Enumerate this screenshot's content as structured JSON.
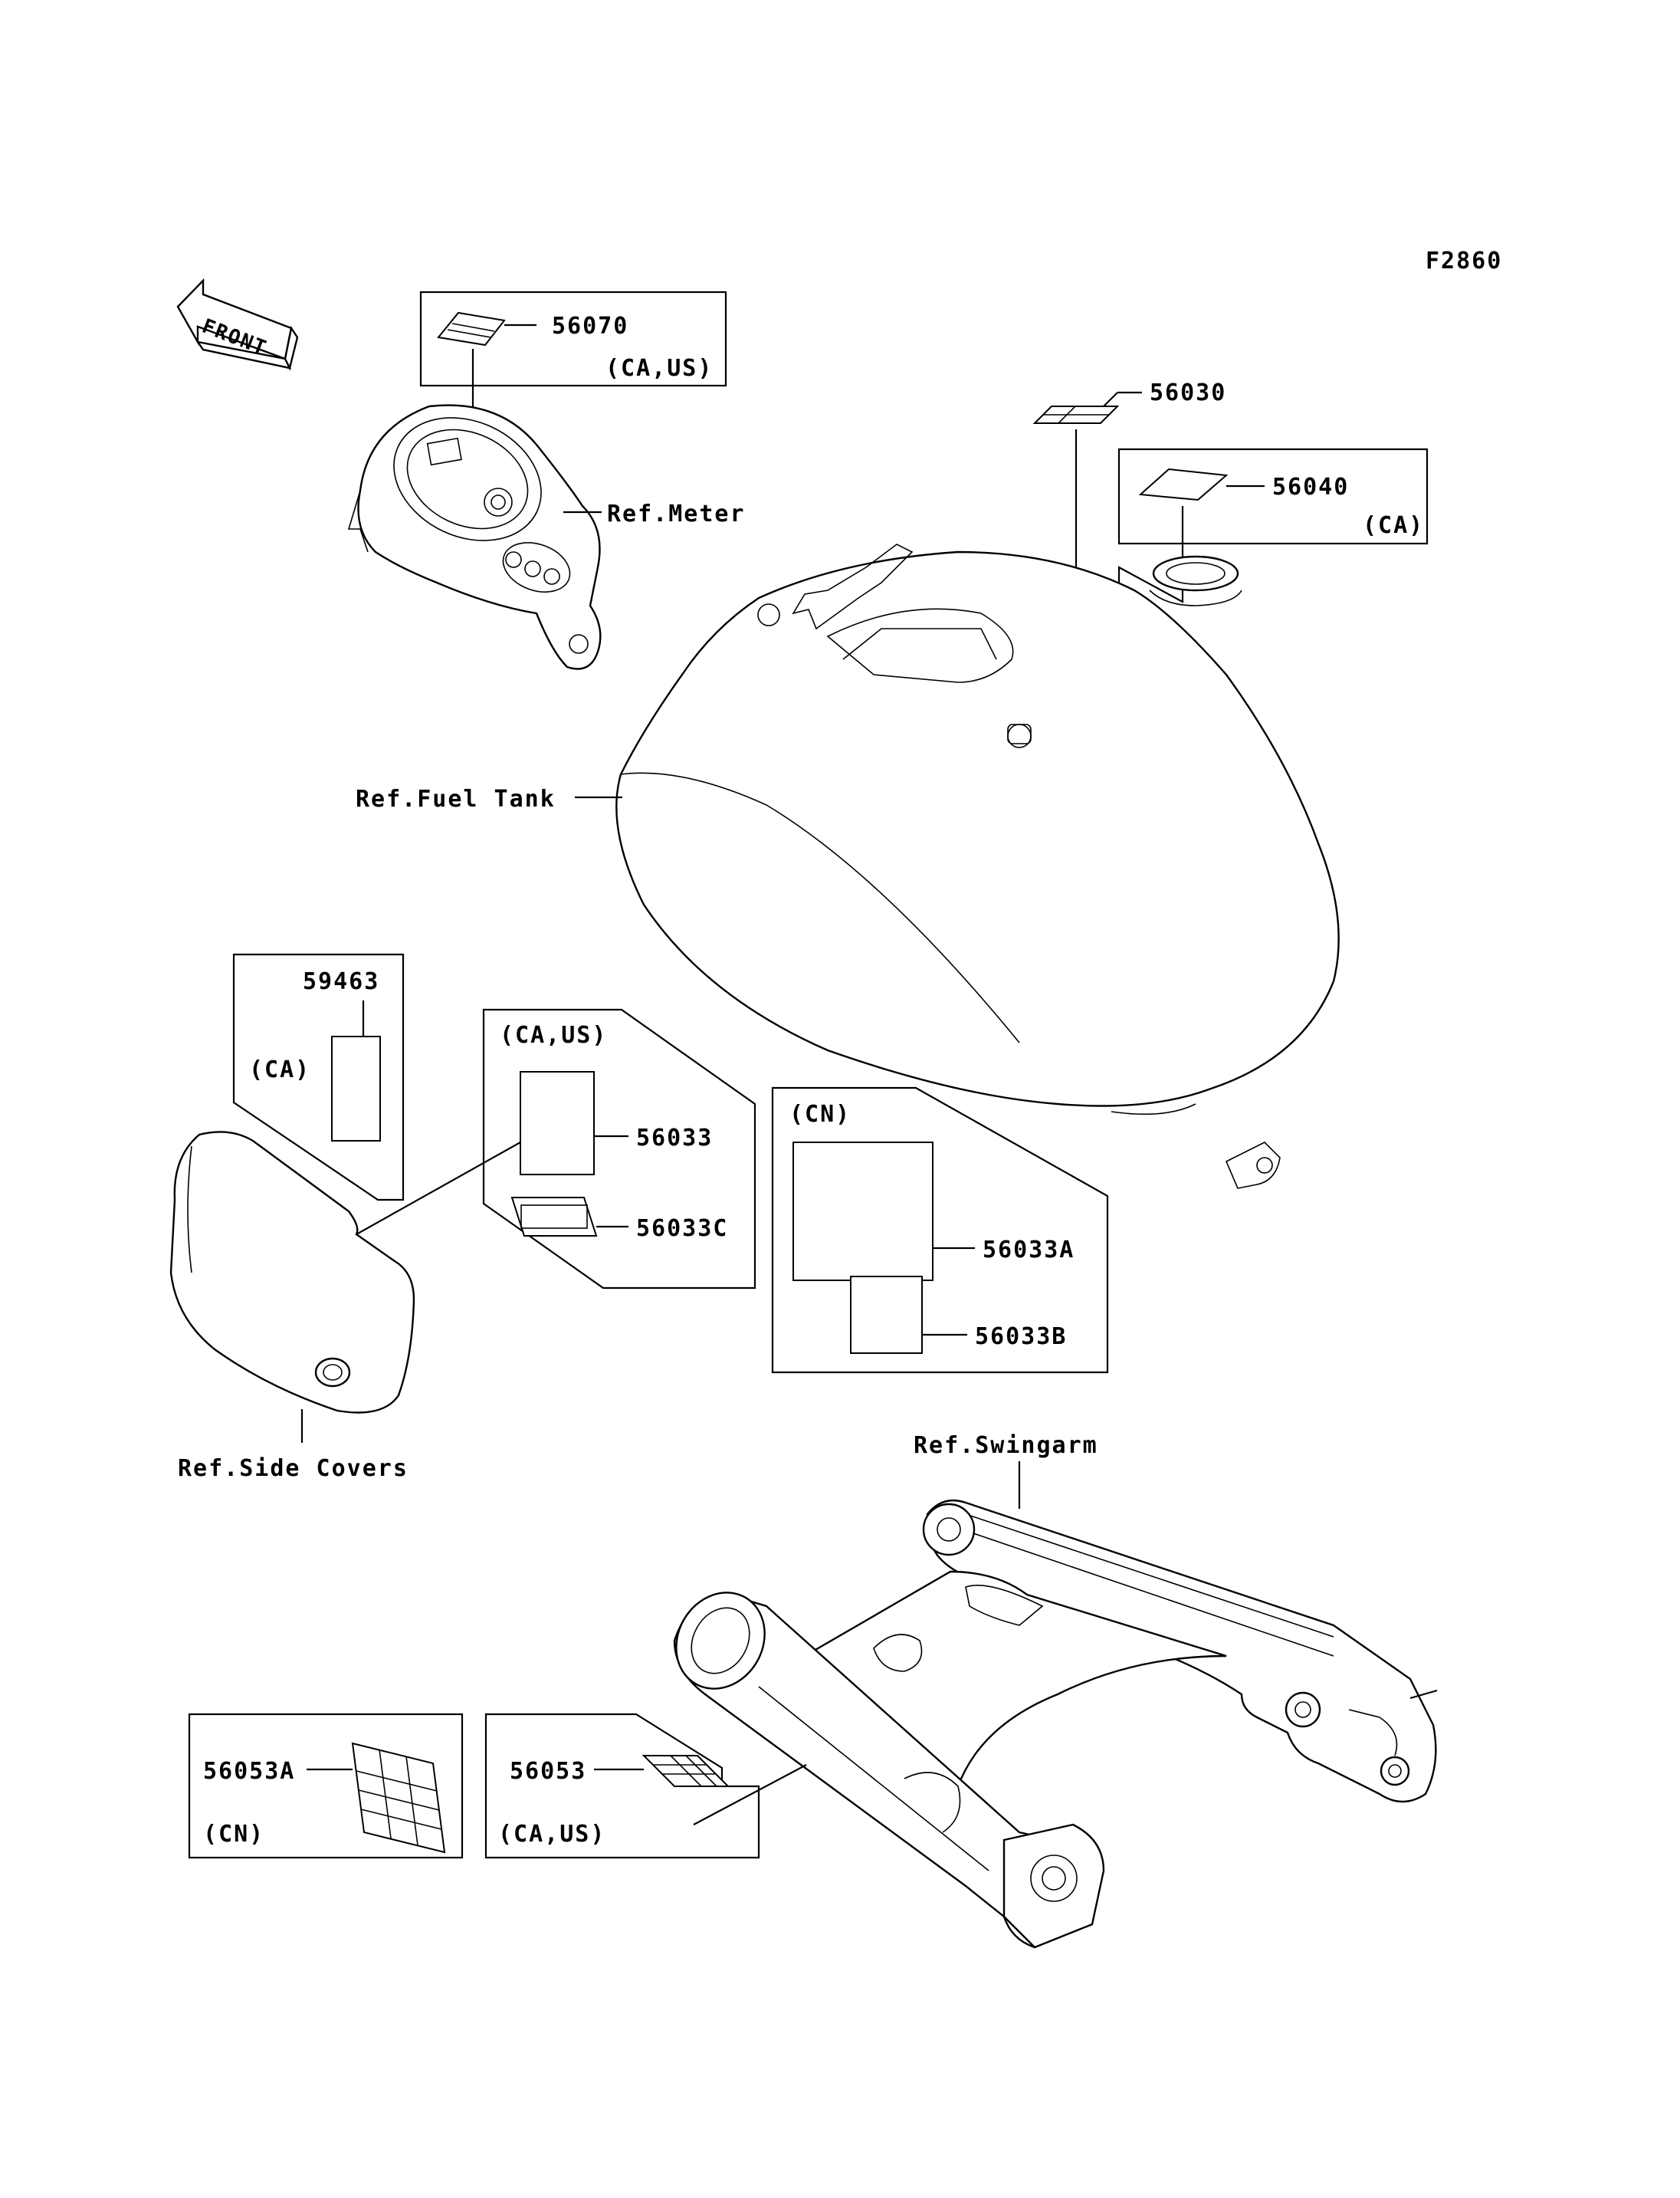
{
  "figure_id": "F2860",
  "front_arrow": {
    "label": "FRONT",
    "icon": "front-direction-arrow"
  },
  "callouts": {
    "p56070": "56070",
    "p56070_region": "(CA,US)",
    "ref_meter": "Ref.Meter",
    "p56030": "56030",
    "p56040": "56040",
    "p56040_region": "(CA)",
    "ref_fuel_tank": "Ref.Fuel Tank",
    "p59463": "59463",
    "p59463_region": "(CA)",
    "box_caus_region": "(CA,US)",
    "p56033": "56033",
    "p56033c": "56033C",
    "box_cn_region": "(CN)",
    "p56033a": "56033A",
    "p56033b": "56033B",
    "ref_side_covers": "Ref.Side Covers",
    "ref_swingarm": "Ref.Swingarm",
    "p56053a": "56053A",
    "p56053a_region": "(CN)",
    "p56053": "56053",
    "p56053_region": "(CA,US)"
  }
}
